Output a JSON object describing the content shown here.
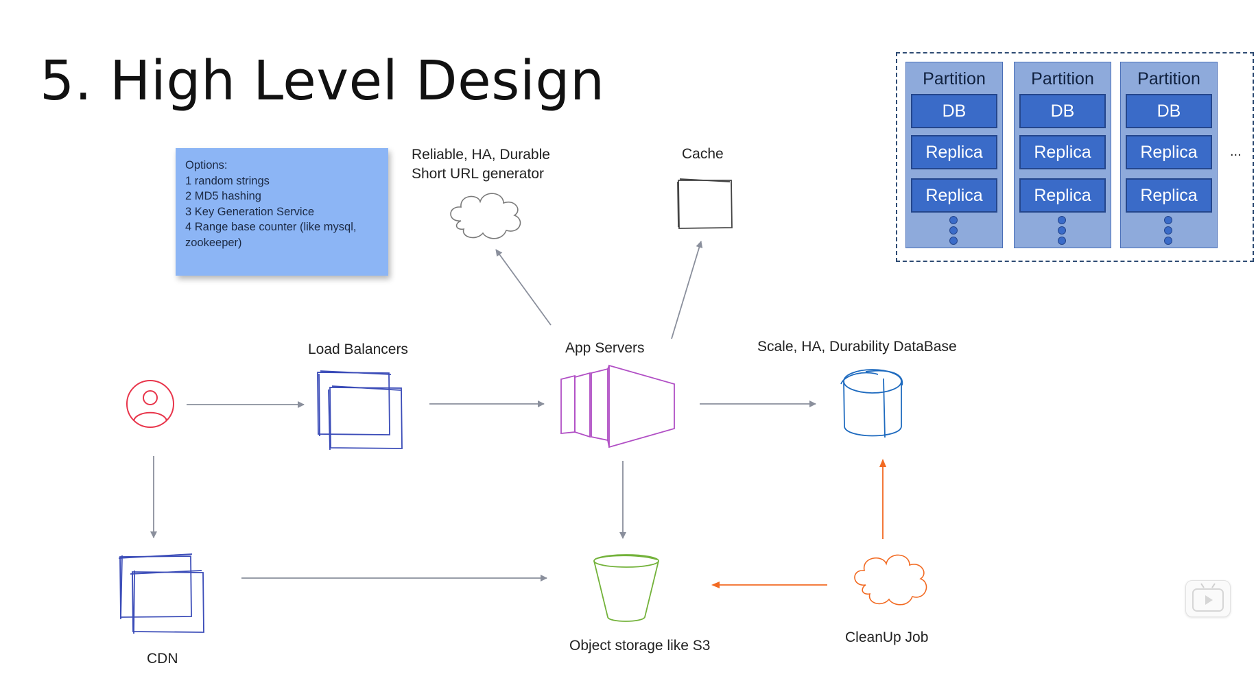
{
  "title": "5. High Level Design",
  "options_note": {
    "lines": [
      "Options:",
      "1 random strings",
      "2 MD5 hashing",
      "3 Key Generation Service",
      "4 Range base counter (like mysql,",
      "zookeeper)"
    ]
  },
  "labels": {
    "url_generator_line1": "Reliable, HA, Durable",
    "url_generator_line2": "Short URL generator",
    "cache": "Cache",
    "load_balancers": "Load Balancers",
    "app_servers": "App Servers",
    "database": "Scale, HA, Durability DataBase",
    "cdn": "CDN",
    "object_storage": "Object storage like S3",
    "cleanup_job": "CleanUp Job"
  },
  "cluster": {
    "partitions": [
      {
        "title": "Partition",
        "db": "DB",
        "replicas": [
          "Replica",
          "Replica"
        ]
      },
      {
        "title": "Partition",
        "db": "DB",
        "replicas": [
          "Replica",
          "Replica"
        ]
      },
      {
        "title": "Partition",
        "db": "DB",
        "replicas": [
          "Replica",
          "Replica"
        ]
      }
    ],
    "more": "..."
  },
  "colors": {
    "user": "#e8344a",
    "load_balancer": "#3b4cb8",
    "app_server": "#b14fc5",
    "database": "#1f6bbf",
    "object_storage": "#73b23a",
    "cleanup": "#f26a22",
    "arrow": "#8a8f9c",
    "note_bg": "#8cb5f5",
    "partition_bg": "#8eaadb",
    "block_bg": "#3a6bc8"
  },
  "icons": {
    "user": "user-circle-icon",
    "cloud": "cloud-icon",
    "cache": "cache-box-icon",
    "load_balancer": "stacked-windows-icon",
    "app_server": "server-funnel-icon",
    "database": "database-cylinder-icon",
    "cdn": "stacked-windows-icon",
    "bucket": "bucket-icon",
    "cleanup": "cloud-icon",
    "play": "play-icon"
  }
}
